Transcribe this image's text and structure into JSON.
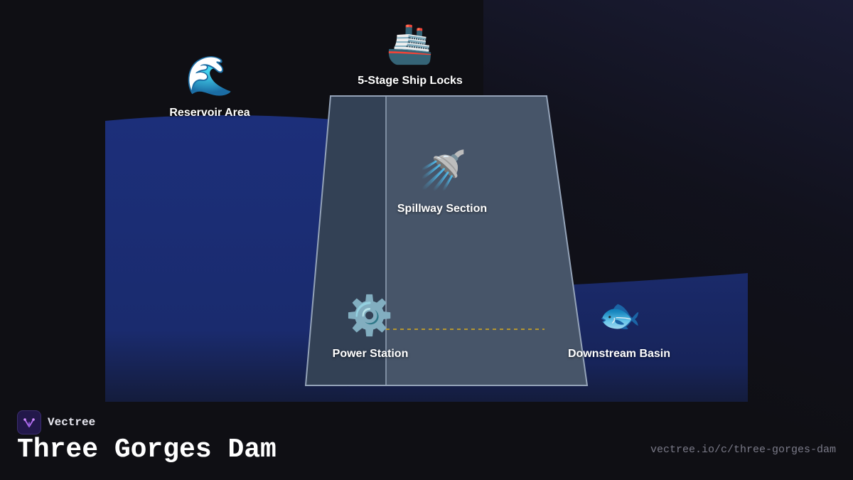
{
  "diagram": {
    "title": "Three Gorges Dam",
    "source_url": "vectree.io/c/three-gorges-dam",
    "brand": {
      "name": "Vectree"
    },
    "colors": {
      "background": "#0f0f14",
      "water": "#1c2f7a",
      "dam_body": "#475569",
      "dam_lock_channel": "#334155",
      "dam_outline": "#94a3b8",
      "turbine_line": "#c9a227"
    },
    "nodes": [
      {
        "id": "reservoir",
        "label": "Reservoir Area",
        "icon": "water-wave-icon",
        "glyph": "🌊"
      },
      {
        "id": "ship-locks",
        "label": "5-Stage Ship Locks",
        "icon": "ship-icon",
        "glyph": "🚢"
      },
      {
        "id": "spillway",
        "label": "Spillway Section",
        "icon": "shower-icon",
        "glyph": "🚿"
      },
      {
        "id": "power-station",
        "label": "Power Station",
        "icon": "gear-icon",
        "glyph": "⚙️"
      },
      {
        "id": "downstream",
        "label": "Downstream Basin",
        "icon": "fish-icon",
        "glyph": "🐟"
      }
    ]
  }
}
